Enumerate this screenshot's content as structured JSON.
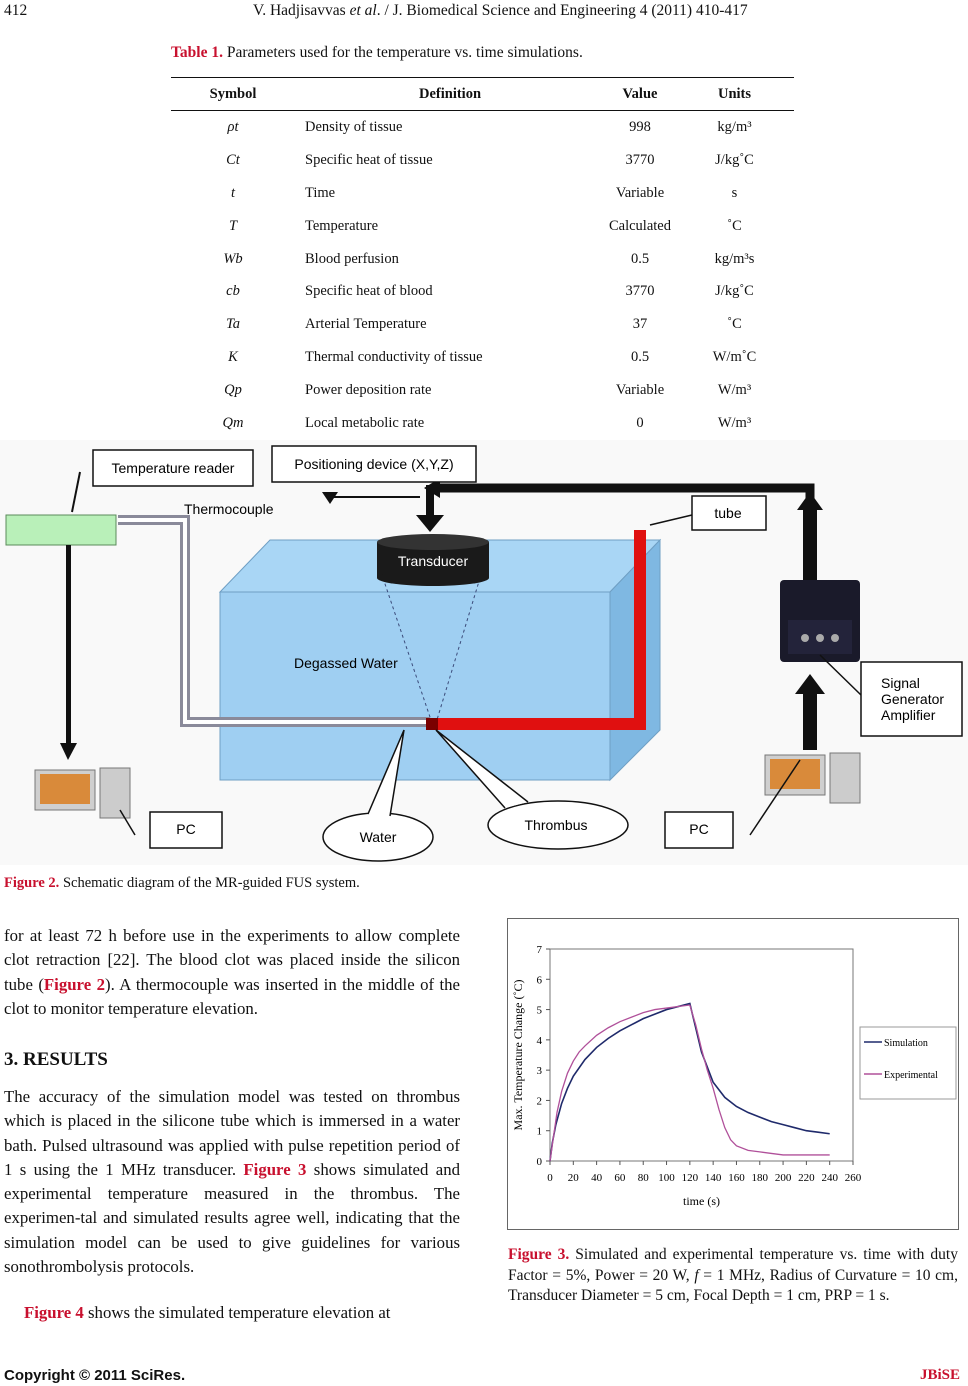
{
  "header": {
    "page_number": "412",
    "authors": "V. Hadjisavvas",
    "et_al": "et al",
    "journal_ref": ". / J. Biomedical Science and Engineering 4 (2011) 410-417"
  },
  "table": {
    "caption_label": "Table 1.",
    "caption_text": " Parameters used for the temperature vs. time simulations.",
    "headers": [
      "Symbol",
      "Definition",
      "Value",
      "Units"
    ],
    "rows": [
      {
        "symbol": "ρt",
        "definition": "Density of tissue",
        "value": "998",
        "units": "kg/m³"
      },
      {
        "symbol": "Ct",
        "definition": "Specific heat of tissue",
        "value": "3770",
        "units": "J/kg˚C"
      },
      {
        "symbol": "t",
        "definition": "Time",
        "value": "Variable",
        "units": "s"
      },
      {
        "symbol": "T",
        "definition": "Temperature",
        "value": "Calculated",
        "units": "˚C"
      },
      {
        "symbol": "Wb",
        "definition": "Blood perfusion",
        "value": "0.5",
        "units": "kg/m³s"
      },
      {
        "symbol": "cb",
        "definition": "Specific heat of blood",
        "value": "3770",
        "units": "J/kg˚C"
      },
      {
        "symbol": "Ta",
        "definition": "Arterial Temperature",
        "value": "37",
        "units": "˚C"
      },
      {
        "symbol": "K",
        "definition": "Thermal conductivity of tissue",
        "value": "0.5",
        "units": "W/m˚C"
      },
      {
        "symbol": "Qp",
        "definition": "Power deposition rate",
        "value": "Variable",
        "units": "W/m³"
      },
      {
        "symbol": "Qm",
        "definition": "Local metabolic rate",
        "value": "0",
        "units": "W/m³"
      }
    ]
  },
  "figure2": {
    "labels": {
      "temperature_reader": "Temperature reader",
      "positioning_device": "Positioning device (X,Y,Z)",
      "thermocouple": "Thermocouple",
      "tube": "tube",
      "transducer": "Transducer",
      "degassed_water": "Degassed Water",
      "signal_generator": [
        "Signal",
        "Generator",
        "Amplifier"
      ],
      "pc_left": "PC",
      "pc_right": "PC",
      "water": "Water",
      "thrombus": "Thrombus"
    },
    "caption_label": "Figure 2.",
    "caption_text": " Schematic diagram of the MR-guided FUS system."
  },
  "body": {
    "para1": "for at least 72 h before use in the experiments to allow complete clot retraction [22]. The blood clot was placed inside the silicon tube (",
    "para1_ref": "Figure 2",
    "para1_end": "). A thermocouple was inserted in the middle of the clot to monitor temperature elevation.",
    "section_heading": "3. RESULTS",
    "para2_start": "The accuracy of the simulation model was tested on thrombus which is placed in the silicone tube which is immersed in a water bath. Pulsed ultrasound was applied with pulse repetition period of 1 s using the 1 MHz transducer. ",
    "para2_ref": "Figure 3",
    "para2_end": " shows simulated and experimental temperature measured in the thrombus. The experimen-tal and simulated results agree well, indicating that the simulation model can be used to give guidelines for various sonothrombolysis protocols.",
    "para3_ref": "Figure 4",
    "para3_end": " shows the simulated temperature elevation at"
  },
  "figure3": {
    "caption_label": "Figure 3.",
    "caption_text": " Simulated and experimental temperature vs. time with duty Factor = 5%, Power = 20 W, ",
    "caption_f": "f",
    "caption_text2": " = 1 MHz, Radius of Curvature = 10 cm, Transducer Diameter = 5 cm, Focal Depth = 1 cm, PRP = 1 s."
  },
  "chart_data": {
    "type": "line",
    "xlabel": "time (s)",
    "ylabel": "Max. Temperature Change (˚C)",
    "xlim": [
      0,
      260
    ],
    "ylim": [
      0,
      7
    ],
    "xticks": [
      0,
      20,
      40,
      60,
      80,
      100,
      120,
      140,
      160,
      180,
      200,
      220,
      240,
      260
    ],
    "yticks": [
      0,
      1,
      2,
      3,
      4,
      5,
      6,
      7
    ],
    "grid": false,
    "legend_position": "right",
    "series": [
      {
        "name": "Simulation",
        "color": "#1f2a6b",
        "x": [
          0,
          2,
          5,
          10,
          15,
          20,
          30,
          40,
          50,
          60,
          70,
          80,
          90,
          100,
          110,
          120,
          125,
          130,
          140,
          150,
          160,
          170,
          180,
          190,
          200,
          210,
          220,
          230,
          240
        ],
        "y": [
          0,
          0.6,
          1.2,
          1.9,
          2.4,
          2.8,
          3.35,
          3.75,
          4.05,
          4.3,
          4.5,
          4.7,
          4.85,
          5.0,
          5.1,
          5.2,
          4.4,
          3.6,
          2.6,
          2.1,
          1.8,
          1.6,
          1.45,
          1.3,
          1.2,
          1.1,
          1.0,
          0.95,
          0.9
        ]
      },
      {
        "name": "Experimental",
        "color": "#b0509a",
        "x": [
          0,
          3,
          6,
          10,
          15,
          20,
          25,
          30,
          40,
          50,
          60,
          70,
          80,
          90,
          100,
          110,
          120,
          125,
          130,
          135,
          140,
          145,
          150,
          155,
          160,
          170,
          180,
          190,
          200,
          210,
          220,
          230,
          240
        ],
        "y": [
          0,
          0.8,
          1.6,
          2.3,
          2.9,
          3.3,
          3.6,
          3.8,
          4.15,
          4.4,
          4.6,
          4.75,
          4.9,
          5.0,
          5.05,
          5.1,
          5.15,
          4.5,
          3.7,
          3.0,
          2.4,
          1.7,
          1.1,
          0.7,
          0.5,
          0.35,
          0.3,
          0.25,
          0.2,
          0.2,
          0.2,
          0.2,
          0.2
        ]
      }
    ]
  },
  "footer": {
    "copyright": "Copyright © 2011 SciRes.",
    "journal": "JBiSE"
  }
}
